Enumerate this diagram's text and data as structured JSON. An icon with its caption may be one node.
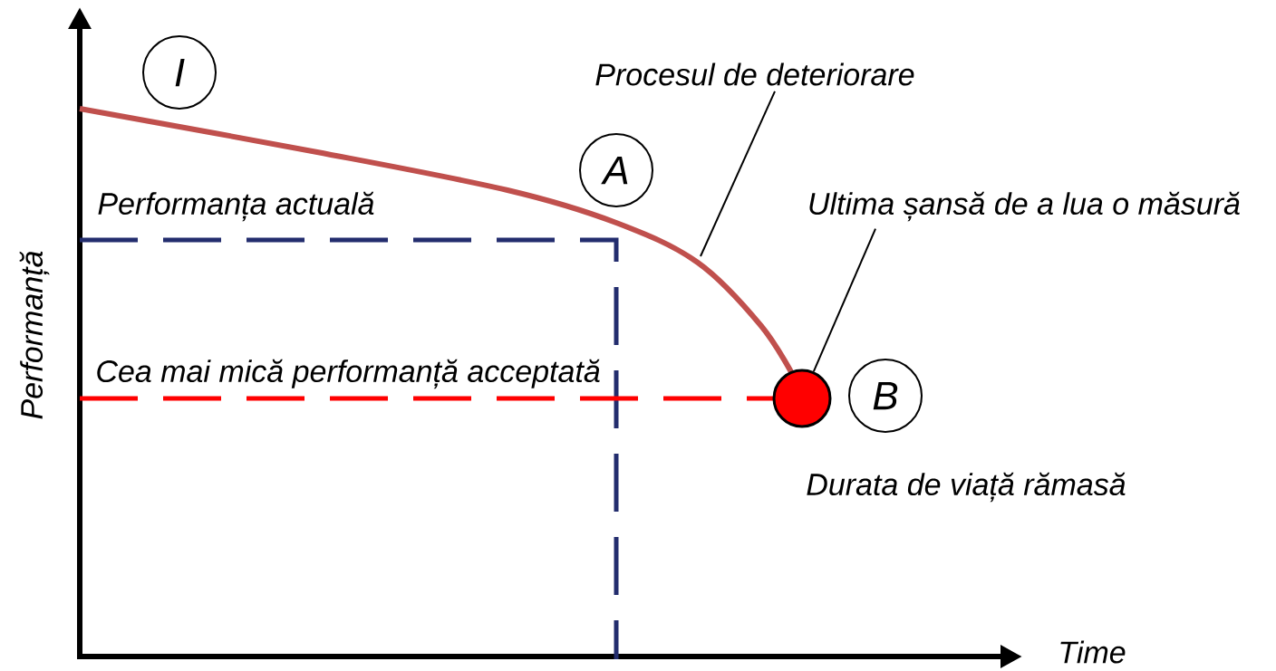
{
  "diagram": {
    "nodes": [
      {
        "text": [
          "I"
        ]
      },
      {
        "text": [
          "Procesul de deteriorare"
        ]
      },
      {
        "text": [
          "A"
        ]
      },
      {
        "text": [
          "Ultima șansă de a lua o măsură"
        ]
      },
      {
        "text": [],
        "shape": "circle"
      },
      {
        "text": [
          "B"
        ]
      }
    ],
    "edges": [
      {
        "from": 1,
        "to": null,
        "arrow": "none"
      },
      {
        "from": 3,
        "to": 4,
        "arrow": "none"
      }
    ],
    "labels": [
      "Performanța actuală",
      "Cea mai mică performanță acceptată",
      "Durata de viață rămasă",
      "Performanță",
      "Time"
    ]
  }
}
